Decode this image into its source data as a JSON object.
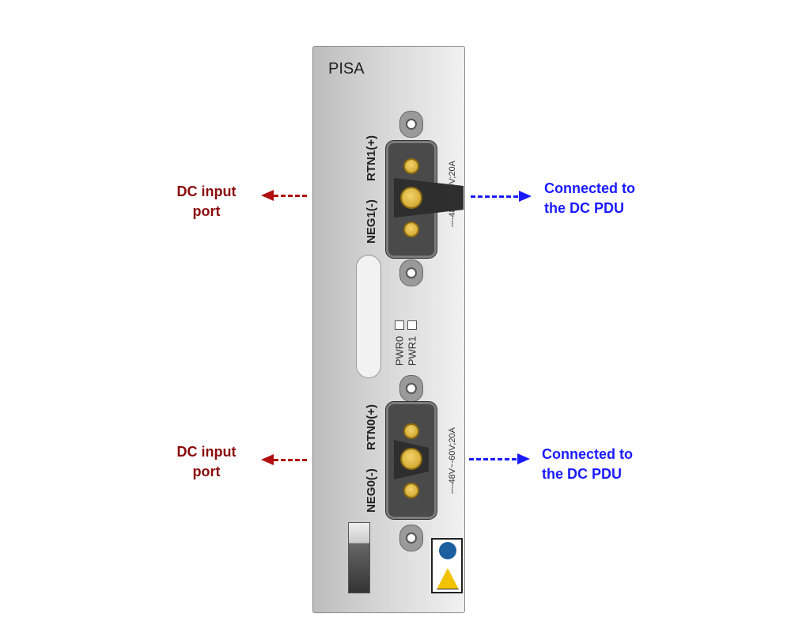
{
  "panel": {
    "title": "PISA",
    "pwr0": "PWR0",
    "pwr1": "PWR1"
  },
  "connectors": [
    {
      "rtn": "RTN1(+)",
      "neg": "NEG1(-)",
      "rating": "⎓-48V~-60V;20A"
    },
    {
      "rtn": "RTN0(+)",
      "neg": "NEG0(-)",
      "rating": "⎓-48V~-60V;20A"
    }
  ],
  "callouts": {
    "left": [
      {
        "line1": "DC input",
        "line2": "port"
      },
      {
        "line1": "DC input",
        "line2": "port"
      }
    ],
    "right": [
      {
        "line1": "Connected to",
        "line2": "the DC PDU"
      },
      {
        "line1": "Connected to",
        "line2": "the DC PDU"
      }
    ]
  },
  "colors": {
    "input": "#8b0a0a",
    "pdu": "#1a1aff"
  }
}
